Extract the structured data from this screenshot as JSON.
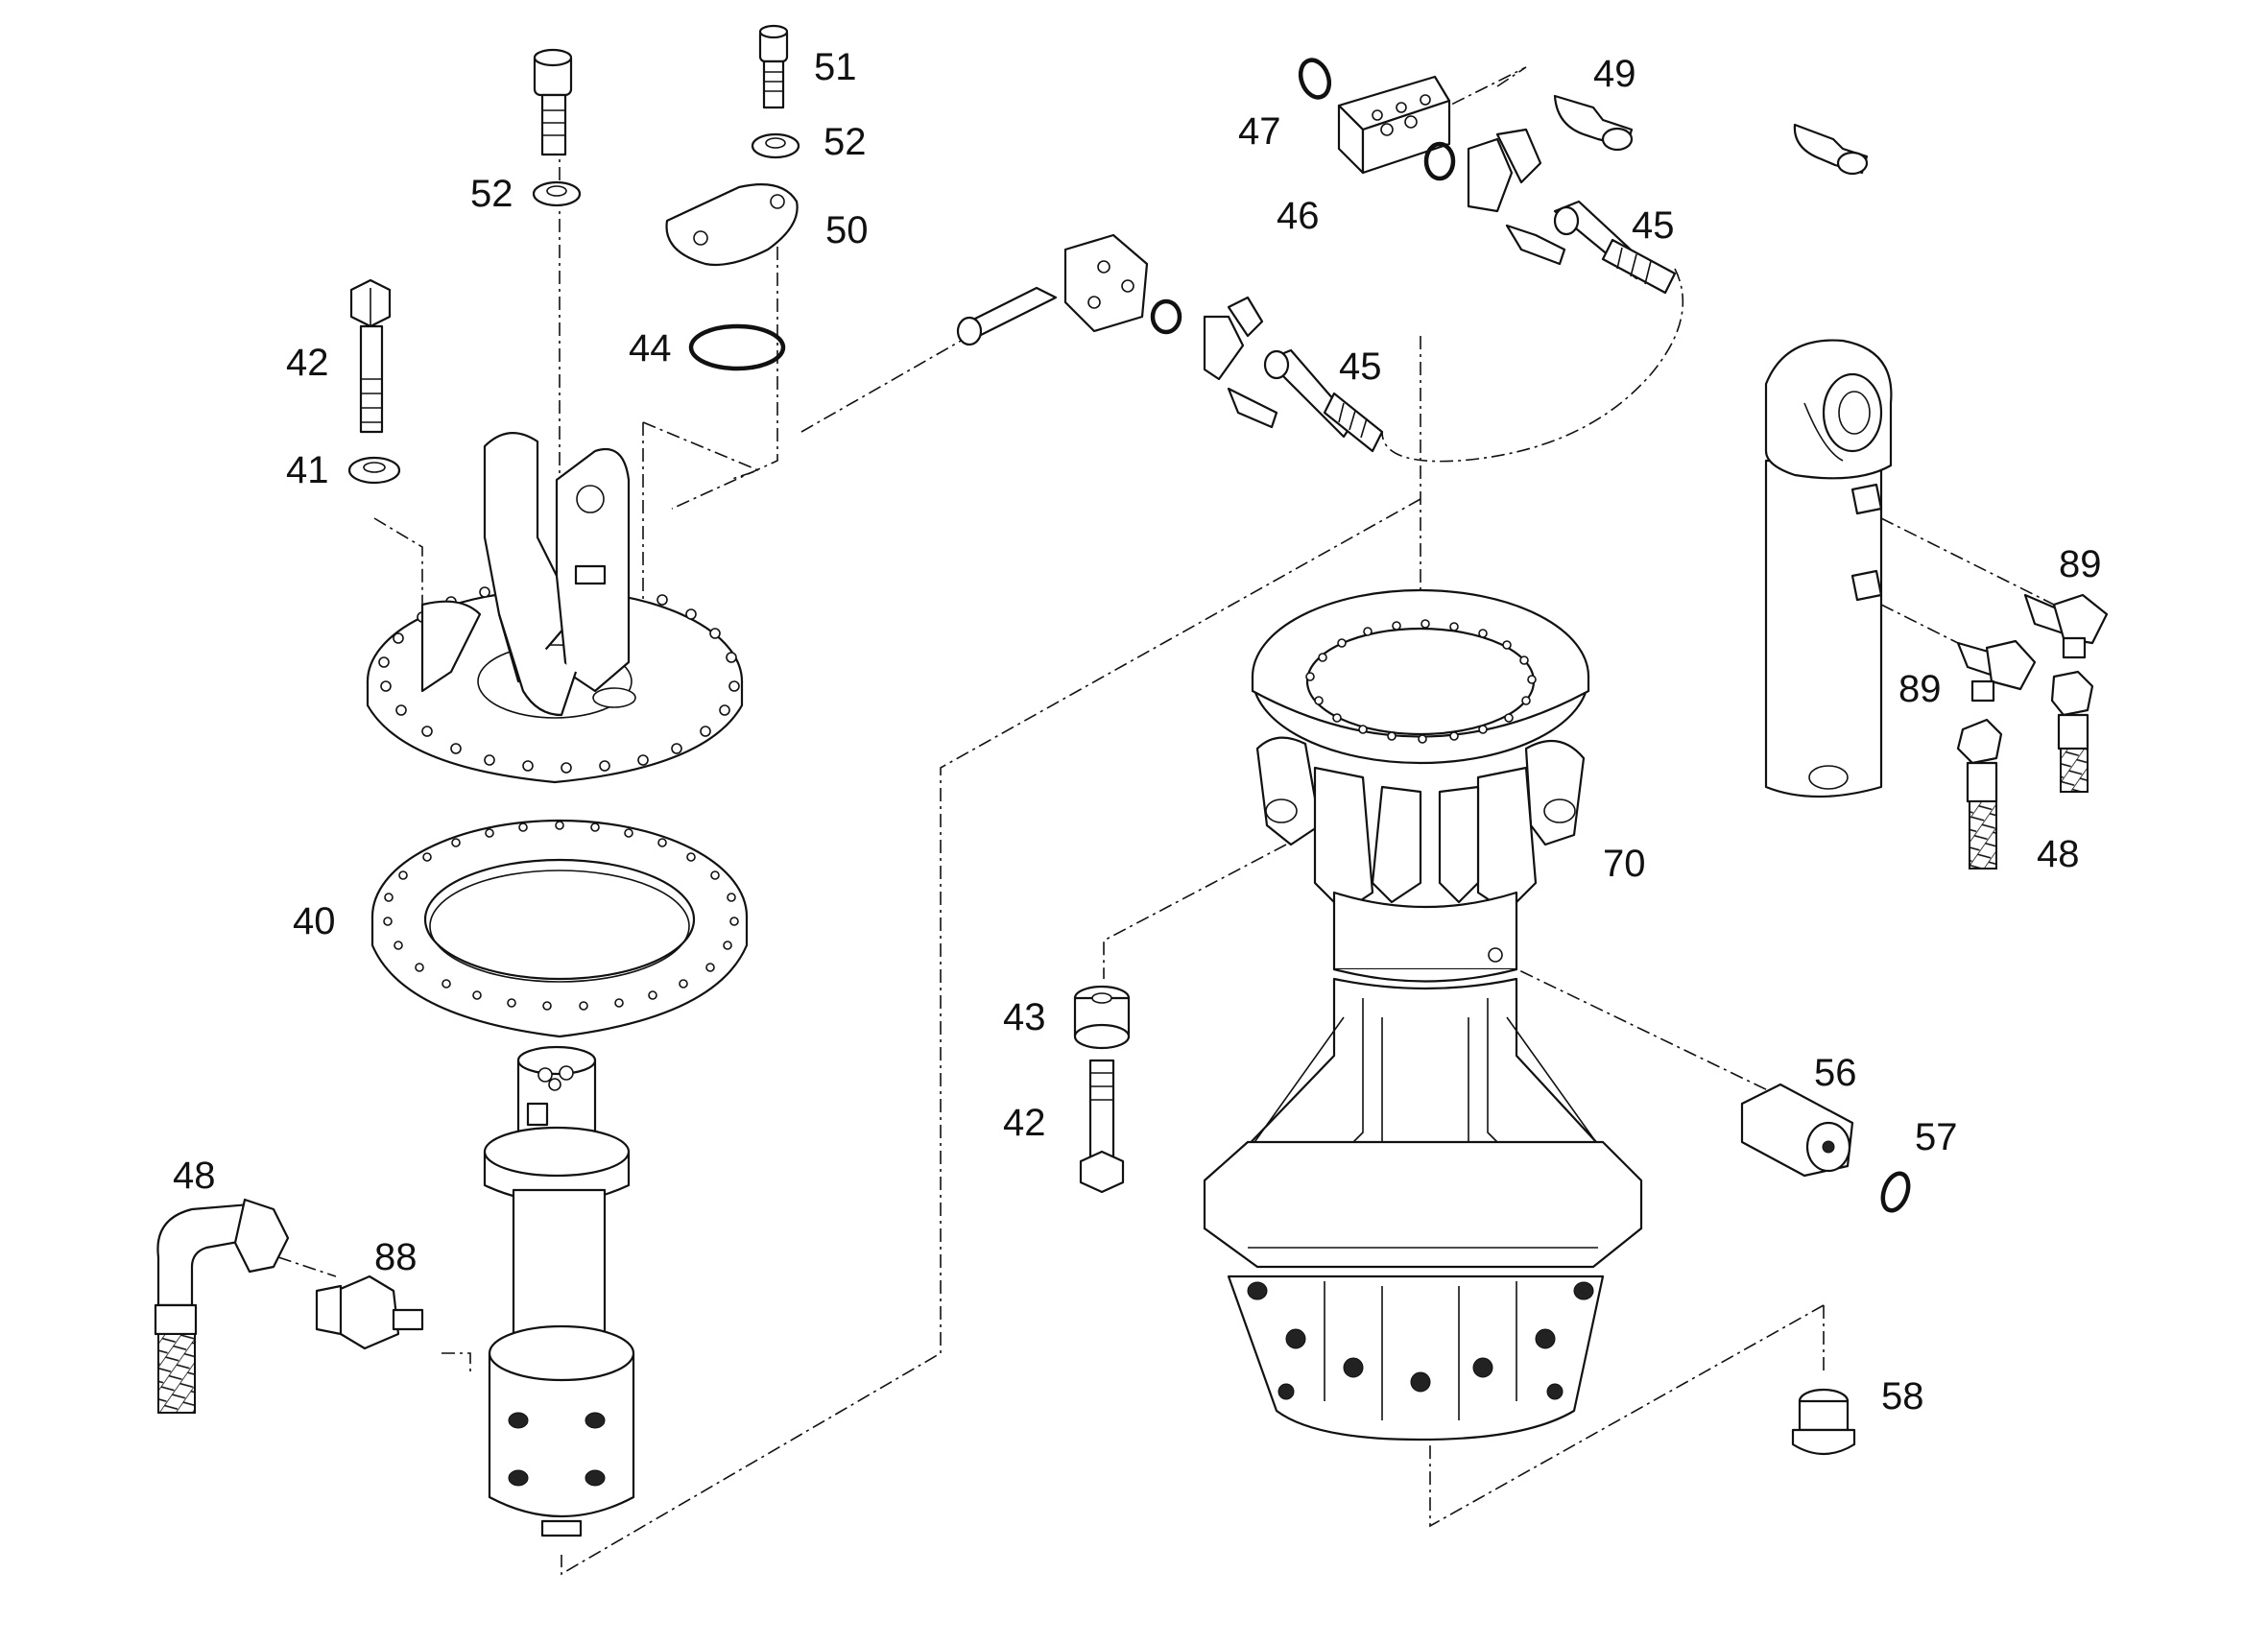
{
  "diagram": {
    "callouts": [
      {
        "id": "c51",
        "text": "51"
      },
      {
        "id": "c52a",
        "text": "52"
      },
      {
        "id": "c52b",
        "text": "52"
      },
      {
        "id": "c50",
        "text": "50"
      },
      {
        "id": "c44",
        "text": "44"
      },
      {
        "id": "c42a",
        "text": "42"
      },
      {
        "id": "c41",
        "text": "41"
      },
      {
        "id": "c40",
        "text": "40"
      },
      {
        "id": "c48a",
        "text": "48"
      },
      {
        "id": "c88",
        "text": "88"
      },
      {
        "id": "c47",
        "text": "47"
      },
      {
        "id": "c46",
        "text": "46"
      },
      {
        "id": "c49",
        "text": "49"
      },
      {
        "id": "c45a",
        "text": "45"
      },
      {
        "id": "c45b",
        "text": "45"
      },
      {
        "id": "c89a",
        "text": "89"
      },
      {
        "id": "c89b",
        "text": "89"
      },
      {
        "id": "c48b",
        "text": "48"
      },
      {
        "id": "c70",
        "text": "70"
      },
      {
        "id": "c43",
        "text": "43"
      },
      {
        "id": "c42b",
        "text": "42"
      },
      {
        "id": "c56",
        "text": "56"
      },
      {
        "id": "c57",
        "text": "57"
      },
      {
        "id": "c58",
        "text": "58"
      }
    ]
  }
}
